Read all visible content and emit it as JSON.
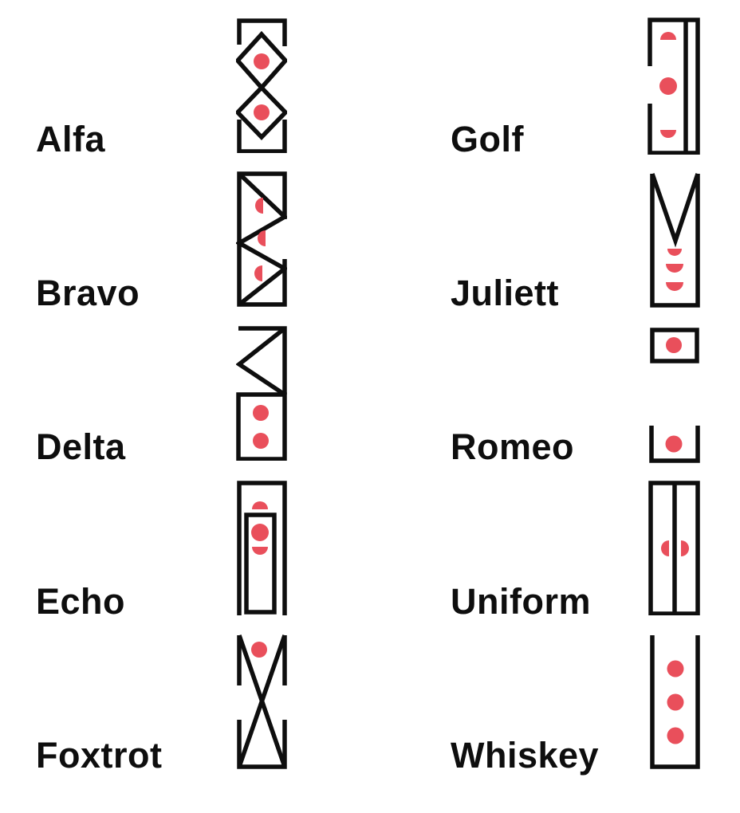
{
  "colors": {
    "ink": "#0e0e0e",
    "accent": "#e94f5b",
    "background": "#ffffff"
  },
  "legend": {
    "left_column": [
      {
        "label": "Alfa",
        "icon": "alfa-symbol"
      },
      {
        "label": "Bravo",
        "icon": "bravo-symbol"
      },
      {
        "label": "Delta",
        "icon": "delta-symbol"
      },
      {
        "label": "Echo",
        "icon": "echo-symbol"
      },
      {
        "label": "Foxtrot",
        "icon": "foxtrot-symbol"
      }
    ],
    "right_column": [
      {
        "label": "Golf",
        "icon": "golf-symbol"
      },
      {
        "label": "Juliett",
        "icon": "juliett-symbol"
      },
      {
        "label": "Romeo",
        "icon": "romeo-symbol"
      },
      {
        "label": "Uniform",
        "icon": "uniform-symbol"
      },
      {
        "label": "Whiskey",
        "icon": "whiskey-symbol"
      }
    ]
  }
}
